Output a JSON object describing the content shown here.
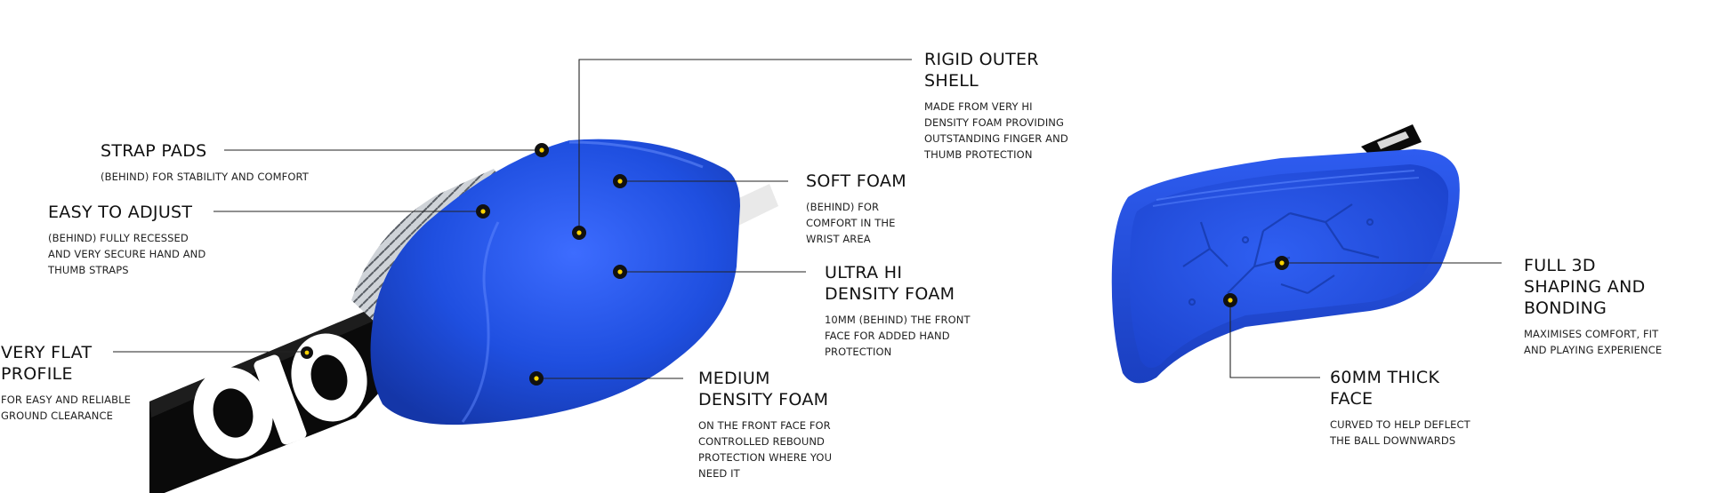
{
  "brand": {
    "logo_text": "OBO",
    "product_color": "#1f4fe0",
    "marker_fill": "#ffd400",
    "marker_ring": "#111111"
  },
  "callouts": [
    {
      "id": "strap-pads",
      "title": "STRAP PADS",
      "desc": "(BEHIND) FOR STABILITY AND COMFORT"
    },
    {
      "id": "easy-to-adjust",
      "title": "EASY TO ADJUST",
      "desc": "(BEHIND) FULLY RECESSED\nAND VERY SECURE HAND AND\nTHUMB STRAPS"
    },
    {
      "id": "very-flat-profile",
      "title": "VERY FLAT\nPROFILE",
      "desc": "FOR EASY AND RELIABLE\nGROUND CLEARANCE"
    },
    {
      "id": "rigid-outer-shell",
      "title": "RIGID OUTER\nSHELL",
      "desc": "MADE FROM VERY HI\nDENSITY FOAM PROVIDING\nOUTSTANDING FINGER AND\nTHUMB PROTECTION"
    },
    {
      "id": "soft-foam",
      "title": "SOFT FOAM",
      "desc": "(BEHIND) FOR\nCOMFORT IN THE\nWRIST AREA"
    },
    {
      "id": "ultra-hi-density-foam",
      "title": "ULTRA HI\nDENSITY FOAM",
      "desc": "10MM (BEHIND) THE FRONT\nFACE FOR ADDED HAND\nPROTECTION"
    },
    {
      "id": "medium-density-foam",
      "title": "MEDIUM\nDENSITY FOAM",
      "desc": "ON THE FRONT FACE FOR\nCONTROLLED REBOUND\nPROTECTION WHERE YOU\nNEED IT"
    },
    {
      "id": "full-3d-shaping",
      "title": "FULL 3D\nSHAPING AND\nBONDING",
      "desc": "MAXIMISES COMFORT, FIT\nAND PLAYING EXPERIENCE"
    },
    {
      "id": "60mm-thick-face",
      "title": "60MM THICK\nFACE",
      "desc": "CURVED TO HELP DEFLECT\nTHE BALL DOWNWARDS"
    }
  ]
}
